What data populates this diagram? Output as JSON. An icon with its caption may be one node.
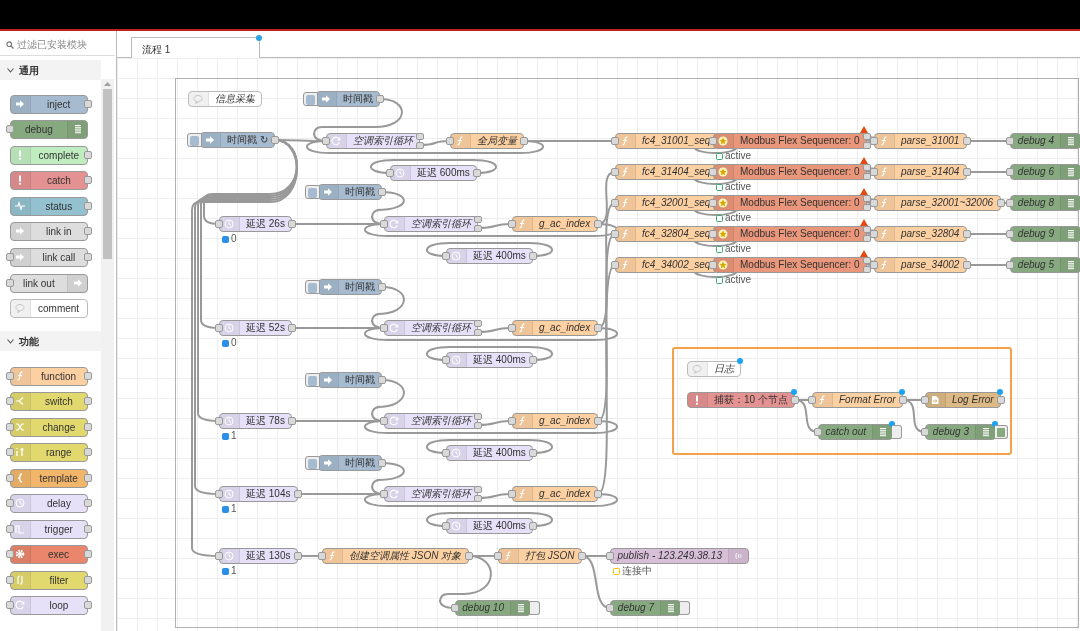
{
  "diagram": {
    "nodes": [
      {
        "text": [
          "inject"
        ]
      },
      {
        "text": [
          "debug"
        ]
      },
      {
        "text": [
          "complete"
        ]
      },
      {
        "text": [
          "catch"
        ]
      },
      {
        "text": [
          "status"
        ]
      },
      {
        "text": [
          "link in"
        ]
      },
      {
        "text": [
          "link call"
        ]
      },
      {
        "text": [
          "link out"
        ]
      },
      {
        "text": [
          "comment"
        ]
      },
      {
        "text": [
          "function"
        ]
      },
      {
        "text": [
          "switch"
        ]
      },
      {
        "text": [
          "change"
        ]
      },
      {
        "text": [
          "range"
        ]
      },
      {
        "text": [
          "template"
        ]
      },
      {
        "text": [
          "delay"
        ]
      },
      {
        "text": [
          "trigger"
        ]
      },
      {
        "text": [
          "exec"
        ]
      },
      {
        "text": [
          "filter"
        ]
      },
      {
        "text": [
          "loop"
        ]
      },
      {
        "text": [
          "流程 1"
        ]
      },
      {
        "text": [],
        "shape": "box"
      },
      {
        "text": [
          "信息采集"
        ],
        "in": 20
      },
      {
        "text": [
          "时间戳"
        ],
        "in": 20
      },
      {
        "text": [
          "时间戳 ↻"
        ],
        "in": 20
      },
      {
        "text": [
          "空调索引循环"
        ],
        "in": 20
      },
      {
        "text": [
          "全局变量"
        ],
        "in": 20
      },
      {
        "text": [
          "延迟 600ms"
        ],
        "in": 20
      },
      {
        "text": [
          "时间戳"
        ],
        "in": 20
      },
      {
        "text": [
          "延迟 26s"
        ],
        "beside": [
          "0"
        ],
        "in": 20
      },
      {
        "text": [
          "空调索引循环"
        ],
        "in": 20
      },
      {
        "text": [
          "g_ac_index"
        ],
        "in": 20
      },
      {
        "text": [
          "延迟 400ms"
        ],
        "in": 20
      },
      {
        "text": [
          "时间戳"
        ],
        "in": 20
      },
      {
        "text": [
          "延迟 52s"
        ],
        "beside": [
          "0"
        ],
        "in": 20
      },
      {
        "text": [
          "空调索引循环"
        ],
        "in": 20
      },
      {
        "text": [
          "g_ac_index"
        ],
        "in": 20
      },
      {
        "text": [
          "延迟 400ms"
        ],
        "in": 20
      },
      {
        "text": [
          "时间戳"
        ],
        "in": 20
      },
      {
        "text": [
          "延迟 78s"
        ],
        "beside": [
          "1"
        ],
        "in": 20
      },
      {
        "text": [
          "空调索引循环"
        ],
        "in": 20
      },
      {
        "text": [
          "g_ac_index"
        ],
        "in": 20
      },
      {
        "text": [
          "延迟 400ms"
        ],
        "in": 20
      },
      {
        "text": [
          "时间戳"
        ],
        "in": 20
      },
      {
        "text": [
          "延迟 104s"
        ],
        "beside": [
          "1"
        ],
        "in": 20
      },
      {
        "text": [
          "空调索引循环"
        ],
        "in": 20
      },
      {
        "text": [
          "g_ac_index"
        ],
        "in": 20
      },
      {
        "text": [
          "延迟 400ms"
        ],
        "in": 20
      },
      {
        "text": [
          "延迟 130s"
        ],
        "beside": [
          "1"
        ],
        "in": 20
      },
      {
        "text": [
          "创建空调属性 JSON 对象"
        ],
        "in": 20
      },
      {
        "text": [
          "打包 JSON"
        ],
        "in": 20
      },
      {
        "text": [
          "publish - 123.249.38.13"
        ],
        "beside": [
          "连接中"
        ],
        "in": 20
      },
      {
        "text": [
          "debug 10"
        ],
        "in": 20
      },
      {
        "text": [
          "debug 7"
        ],
        "in": 20
      },
      {
        "text": [
          "fc4_31001_seq"
        ],
        "in": 20
      },
      {
        "text": [
          "Modbus Flex Sequencer: 0"
        ],
        "beside": [
          "active"
        ],
        "in": 20
      },
      {
        "text": [
          "parse_31001"
        ],
        "in": 20
      },
      {
        "text": [
          "debug 4"
        ],
        "in": 20
      },
      {
        "text": [
          "fc4_31404_seq"
        ],
        "in": 20
      },
      {
        "text": [
          "Modbus Flex Sequencer: 0"
        ],
        "beside": [
          "active"
        ],
        "in": 20
      },
      {
        "text": [
          "parse_31404"
        ],
        "in": 20
      },
      {
        "text": [
          "debug 6"
        ],
        "in": 20
      },
      {
        "text": [
          "fc4_32001_seq"
        ],
        "in": 20
      },
      {
        "text": [
          "Modbus Flex Sequencer: 0"
        ],
        "beside": [
          "active"
        ],
        "in": 20
      },
      {
        "text": [
          "parse_32001~32006"
        ],
        "in": 20
      },
      {
        "text": [
          "debug 8"
        ],
        "in": 20
      },
      {
        "text": [
          "fc4_32804_seq"
        ],
        "in": 20
      },
      {
        "text": [
          "Modbus Flex Sequencer: 0"
        ],
        "beside": [
          "active"
        ],
        "in": 20
      },
      {
        "text": [
          "parse_32804"
        ],
        "in": 20
      },
      {
        "text": [
          "debug 9"
        ],
        "in": 20
      },
      {
        "text": [
          "fc4_34002_seq"
        ],
        "in": 20
      },
      {
        "text": [
          "Modbus Flex Sequencer: 0"
        ],
        "beside": [
          "active"
        ],
        "in": 20
      },
      {
        "text": [
          "parse_34002"
        ],
        "in": 20
      },
      {
        "text": [
          "debug 5"
        ],
        "in": 20
      },
      {
        "text": [],
        "shape": "box",
        "in": 20
      },
      {
        "text": [
          "日志"
        ],
        "in": 73
      },
      {
        "text": [
          "捕获：10 个节点"
        ],
        "in": 73
      },
      {
        "text": [
          "Format Error"
        ],
        "in": 73
      },
      {
        "text": [
          "Log Error"
        ],
        "in": 73
      },
      {
        "text": [
          "catch out"
        ],
        "in": 73
      },
      {
        "text": [
          "debug 3"
        ],
        "in": 73
      }
    ],
    "edges": [
      {
        "from": 23,
        "to": 24,
        "arrow": "none"
      },
      {
        "from": 23,
        "to": 28,
        "arrow": "none"
      },
      {
        "from": 23,
        "to": 33,
        "arrow": "none"
      },
      {
        "from": 23,
        "to": 38,
        "arrow": "none"
      },
      {
        "from": 23,
        "to": 43,
        "arrow": "none"
      },
      {
        "from": 23,
        "to": 47,
        "arrow": "none"
      },
      {
        "from": 22,
        "to": 24,
        "arrow": "none"
      },
      {
        "from": 24,
        "to": 25,
        "arrow": "none"
      },
      {
        "from": 25,
        "to": 24,
        "arrow": "none"
      },
      {
        "from": 26,
        "to": 26,
        "arrow": "none"
      },
      {
        "from": 25,
        "to": 53,
        "arrow": "none"
      },
      {
        "from": 27,
        "to": 29,
        "arrow": "none"
      },
      {
        "from": 28,
        "to": 29,
        "arrow": "none"
      },
      {
        "from": 29,
        "to": 30,
        "arrow": "none"
      },
      {
        "from": 30,
        "to": 29,
        "arrow": "none"
      },
      {
        "from": 31,
        "to": 31,
        "arrow": "none"
      },
      {
        "from": 30,
        "to": 57,
        "arrow": "none"
      },
      {
        "from": 32,
        "to": 34,
        "arrow": "none"
      },
      {
        "from": 33,
        "to": 34,
        "arrow": "none"
      },
      {
        "from": 34,
        "to": 35,
        "arrow": "none"
      },
      {
        "from": 35,
        "to": 34,
        "arrow": "none"
      },
      {
        "from": 36,
        "to": 36,
        "arrow": "none"
      },
      {
        "from": 35,
        "to": 61,
        "arrow": "none"
      },
      {
        "from": 37,
        "to": 39,
        "arrow": "none"
      },
      {
        "from": 38,
        "to": 39,
        "arrow": "none"
      },
      {
        "from": 39,
        "to": 40,
        "arrow": "none"
      },
      {
        "from": 40,
        "to": 39,
        "arrow": "none"
      },
      {
        "from": 41,
        "to": 41,
        "arrow": "none"
      },
      {
        "from": 40,
        "to": 65,
        "arrow": "none"
      },
      {
        "from": 42,
        "to": 44,
        "arrow": "none"
      },
      {
        "from": 43,
        "to": 44,
        "arrow": "none"
      },
      {
        "from": 44,
        "to": 45,
        "arrow": "none"
      },
      {
        "from": 45,
        "to": 44,
        "arrow": "none"
      },
      {
        "from": 46,
        "to": 46,
        "arrow": "none"
      },
      {
        "from": 45,
        "to": 69,
        "arrow": "none"
      },
      {
        "from": 47,
        "to": 48,
        "arrow": "none"
      },
      {
        "from": 48,
        "to": 49,
        "arrow": "none"
      },
      {
        "from": 48,
        "to": 51,
        "arrow": "none"
      },
      {
        "from": 49,
        "to": 50,
        "arrow": "none"
      },
      {
        "from": 49,
        "to": 52,
        "arrow": "none"
      },
      {
        "from": 53,
        "to": 54,
        "arrow": "none"
      },
      {
        "from": 54,
        "to": 55,
        "arrow": "none"
      },
      {
        "from": 55,
        "to": 56,
        "arrow": "none"
      },
      {
        "from": 57,
        "to": 58,
        "arrow": "none"
      },
      {
        "from": 58,
        "to": 59,
        "arrow": "none"
      },
      {
        "from": 59,
        "to": 60,
        "arrow": "none"
      },
      {
        "from": 61,
        "to": 62,
        "arrow": "none"
      },
      {
        "from": 62,
        "to": 63,
        "arrow": "none"
      },
      {
        "from": 63,
        "to": 64,
        "arrow": "none"
      },
      {
        "from": 65,
        "to": 66,
        "arrow": "none"
      },
      {
        "from": 66,
        "to": 67,
        "arrow": "none"
      },
      {
        "from": 67,
        "to": 68,
        "arrow": "none"
      },
      {
        "from": 69,
        "to": 70,
        "arrow": "none"
      },
      {
        "from": 70,
        "to": 71,
        "arrow": "none"
      },
      {
        "from": 71,
        "to": 72,
        "arrow": "none"
      },
      {
        "from": 75,
        "to": 76,
        "arrow": "none"
      },
      {
        "from": 75,
        "to": 78,
        "arrow": "none"
      },
      {
        "from": 76,
        "to": 77,
        "arrow": "none"
      },
      {
        "from": 76,
        "to": 79,
        "arrow": "none"
      }
    ],
    "labels": [
      "过滤已安装模块",
      "通用",
      "功能"
    ]
  }
}
